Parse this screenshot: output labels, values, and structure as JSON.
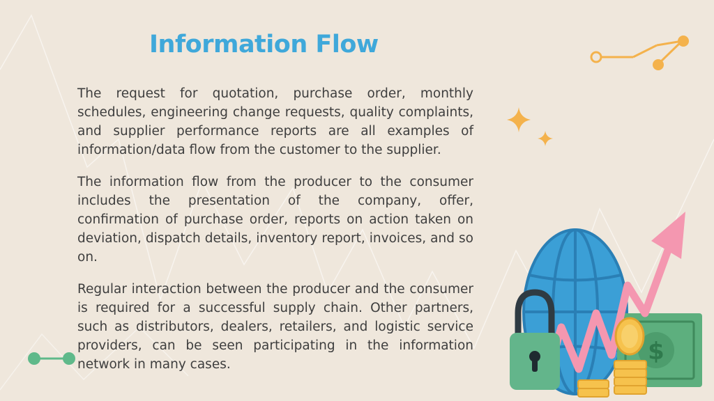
{
  "slide": {
    "title": "Information Flow",
    "paragraphs": [
      "The request for quotation, purchase order, monthly schedules, engineering change requests, quality complaints, and supplier performance reports are all examples of information/data flow from the customer to the supplier.",
      "The information flow from the producer to the consumer includes the presentation of the company, offer, confirmation of purchase order, reports on action taken on deviation, dispatch details, inventory report, invoices, and so on.",
      "Regular interaction between the producer and the consumer is required for a successful supply chain. Other partners, such as distributors, dealers, retailers, and logistic service providers, can be seen participating in the information network in many cases."
    ]
  },
  "colors": {
    "background": "#efe7dc",
    "title": "#3fa8da",
    "text": "#3e3e3e",
    "accent_orange": "#f4b24c",
    "accent_green": "#5fb98a",
    "globe": "#3b9fd6",
    "arrow_pink": "#f497b0",
    "lock": "#63b58b",
    "money": "#5daf7e",
    "coin": "#f6c24d"
  },
  "icons": [
    "network-line-icon",
    "sparkle-icon",
    "connector-icon",
    "globe-icon",
    "growth-arrow-icon",
    "padlock-icon",
    "banknote-icon",
    "coin-stack-icon"
  ]
}
